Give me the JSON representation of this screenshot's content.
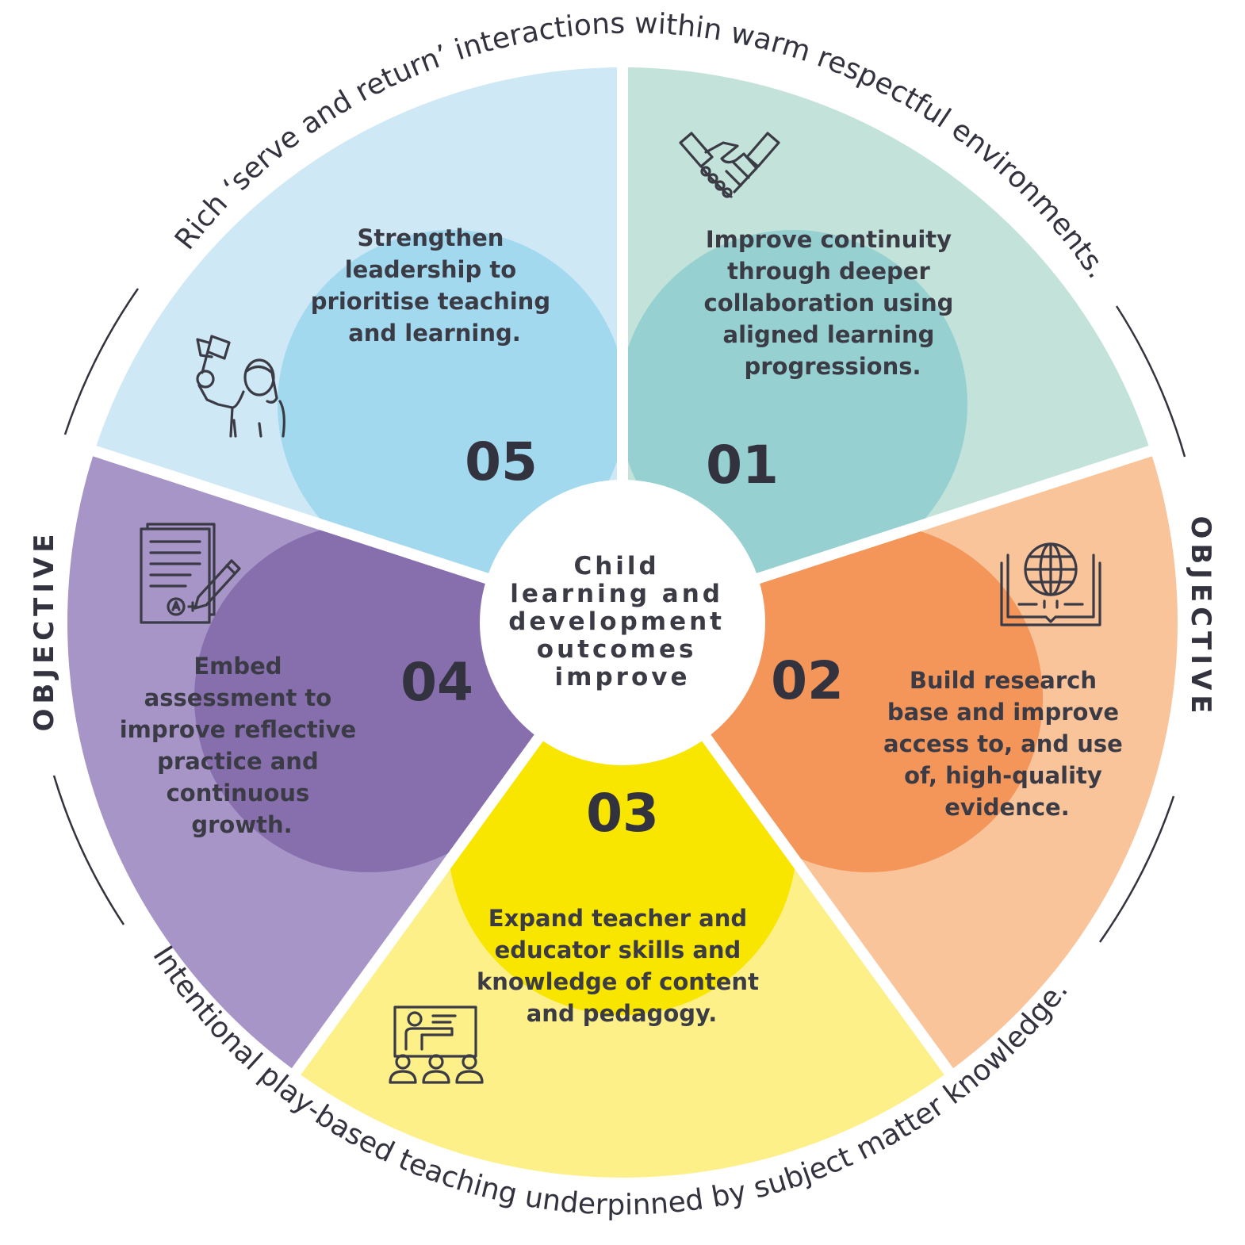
{
  "center": {
    "lines": [
      "Child",
      "learning and",
      "development",
      "outcomes",
      "improve"
    ]
  },
  "outer_text": {
    "top": "Rich ‘serve and return’ interactions within warm respectful environments.",
    "bottom": "Intentional play-based teaching underpinned by subject matter knowledge."
  },
  "side_labels": {
    "left": "OBJECTIVE",
    "right": "OBJECTIVE"
  },
  "segments": [
    {
      "number": "01",
      "lines": [
        "Improve continuity",
        "through deeper",
        "collaboration using",
        "aligned learning",
        "progressions."
      ],
      "icon": "handshake-icon",
      "color": "#c3e2da",
      "accent": "#96d0d0"
    },
    {
      "number": "02",
      "lines": [
        "Build research",
        "base and improve",
        "access to, and use",
        "of, high-quality",
        "evidence."
      ],
      "icon": "globe-book-icon",
      "color": "#f9c49a",
      "accent": "#f4955a"
    },
    {
      "number": "03",
      "lines": [
        "Expand teacher and",
        "educator skills and",
        "knowledge of content",
        "and pedagogy."
      ],
      "icon": "classroom-icon",
      "color": "#fdf089",
      "accent": "#f8e500"
    },
    {
      "number": "04",
      "lines": [
        "Embed",
        "assessment to",
        "improve reflective",
        "practice and",
        "continuous",
        "growth."
      ],
      "icon": "assessment-icon",
      "color": "#a795c8",
      "accent": "#876fae"
    },
    {
      "number": "05",
      "lines": [
        "Strengthen",
        "leadership to",
        "prioritise teaching",
        "and learning."
      ],
      "icon": "leader-flag-icon",
      "color": "#cfe8f5",
      "accent": "#a3d9ee"
    }
  ]
}
